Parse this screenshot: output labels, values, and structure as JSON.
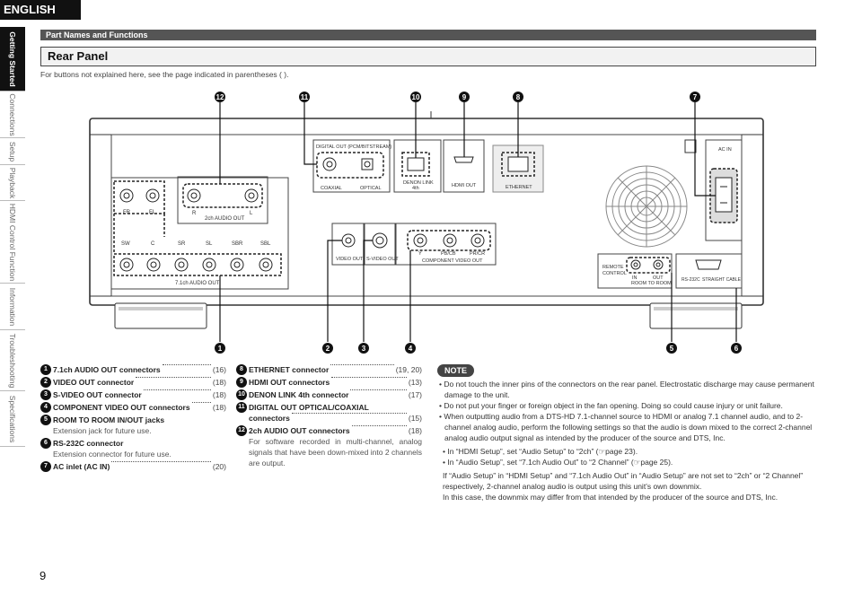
{
  "language_tab": "ENGLISH",
  "side_tabs": [
    "Getting Started",
    "Connections",
    "Setup",
    "Playback",
    "HDMI Control Function",
    "Information",
    "Troubleshooting",
    "Specifications"
  ],
  "section_title": "Part Names and Functions",
  "page_title": "Rear Panel",
  "intro": "For buttons not explained here, see the page indicated in parentheses ( ).",
  "callouts": [
    "⓬",
    "⓫",
    "❿",
    "❾",
    "❽",
    "❼",
    "❶",
    "❷",
    "❸",
    "❹",
    "❺",
    "❻"
  ],
  "panel_labels": {
    "digital_out": "DIGITAL OUT (PCM/BITSTREAM)",
    "coaxial": "COAXIAL",
    "optical": "OPTICAL",
    "denon_link": "DENON LINK",
    "denon_link_4th": "4th",
    "hdmi_out": "HDMI OUT",
    "ethernet": "ETHERNET",
    "ac_in": "AC IN",
    "fr": "FR",
    "fl": "FL",
    "r": "R",
    "l": "L",
    "ch2_audio_out": "2ch AUDIO OUT",
    "sw": "SW",
    "c": "C",
    "sr": "SR",
    "sl": "SL",
    "sbr": "SBR",
    "sbl": "SBL",
    "ch71_audio_out": "7.1ch AUDIO OUT",
    "video_out": "VIDEO OUT",
    "svideo_out": "S-VIDEO OUT",
    "y": "Y",
    "pbcb": "PB/CB",
    "prcr": "PR/CR",
    "component_video_out": "COMPONENT VIDEO OUT",
    "remote_control": "REMOTE",
    "remote_control2": "CONTROL",
    "in": "IN",
    "out": "OUT",
    "room_to_room": "ROOM TO ROOM",
    "rs232c": "RS-232C",
    "straight_cable": "STRAIGHT CABLE"
  },
  "legend_left": [
    {
      "n": "1",
      "label": "7.1ch AUDIO OUT connectors",
      "page": "(16)"
    },
    {
      "n": "2",
      "label": "VIDEO OUT connector",
      "page": "(18)"
    },
    {
      "n": "3",
      "label": "S-VIDEO OUT connector",
      "page": "(18)"
    },
    {
      "n": "4",
      "label": "COMPONENT VIDEO OUT connectors",
      "page": "(18)"
    },
    {
      "n": "5",
      "label": "ROOM TO ROOM IN/OUT jacks",
      "page": "",
      "sub": "Extension jack for future use."
    },
    {
      "n": "6",
      "label": "RS-232C connector",
      "page": "",
      "sub": "Extension connector for future use."
    },
    {
      "n": "7",
      "label": "AC inlet (AC IN)",
      "page": "(20)"
    }
  ],
  "legend_mid": [
    {
      "n": "8",
      "label": "ETHERNET connector",
      "page": "(19, 20)"
    },
    {
      "n": "9",
      "label": "HDMI OUT connectors",
      "page": "(13)"
    },
    {
      "n": "10",
      "label": "DENON LINK 4th connector",
      "page": "(17)"
    },
    {
      "n": "11",
      "label": "DIGITAL OUT OPTICAL/COAXIAL",
      "label2": "connectors",
      "page": "(15)"
    },
    {
      "n": "12",
      "label": "2ch AUDIO OUT connectors",
      "page": "(18)",
      "sub": "For software recorded in multi-channel, analog signals that have been down-mixed into 2 channels are output."
    }
  ],
  "note": {
    "badge": "NOTE",
    "b1": "Do not touch the inner pins of the connectors on the rear panel. Electrostatic discharge may cause permanent damage to the unit.",
    "b2": "Do not put your finger or foreign object in the fan opening. Doing so could cause injury or unit failure.",
    "b3": "When outputting audio from a DTS-HD 7.1-channel source to HDMI or analog 7.1 channel audio, and to 2-channel analog audio, perform the following settings so that the audio is down mixed to the correct 2-channel analog audio output signal as intended by the producer of the source and DTS, Inc.",
    "s1": "In “HDMI Setup”, set “Audio Setup” to “2ch” (☞page 23).",
    "s2": "In “Audio Setup”, set “7.1ch Audio Out” to “2 Channel” (☞page 25).",
    "p1": "If “Audio Setup” in “HDMI Setup” and “7.1ch Audio Out” in “Audio Setup” are not set to “2ch” or “2 Channel” respectively, 2-channel analog audio is output using this unit’s own downmix.",
    "p2": "In this case, the downmix may differ from that intended by the producer of the source and DTS, Inc."
  },
  "page_number": "9"
}
